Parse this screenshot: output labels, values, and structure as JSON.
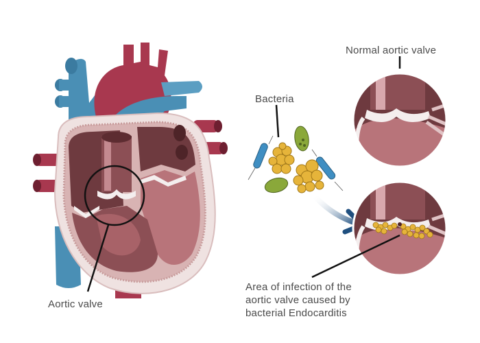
{
  "labels": {
    "normal_valve": "Normal aortic valve",
    "bacteria": "Bacteria",
    "aortic_valve": "Aortic valve",
    "infection_line1": "Area of infection of the",
    "infection_line2": "aortic valve caused by",
    "infection_line3": "bacterial Endocarditis"
  },
  "colors": {
    "vein_blue": "#4a8fb5",
    "artery_red": "#a8384f",
    "chamber_dark": "#6e3a3f",
    "chamber_mid": "#8c4f55",
    "chamber_light": "#b8747a",
    "wall_pink": "#e8cfcf",
    "valve_white": "#f4eeee",
    "bacteria_yellow": "#e6b43a",
    "bacteria_green": "#8aa83a",
    "bacteria_blue": "#3f8ec2",
    "arrow_navy": "#1f4f7f",
    "text_gray": "#4a4a4a"
  }
}
